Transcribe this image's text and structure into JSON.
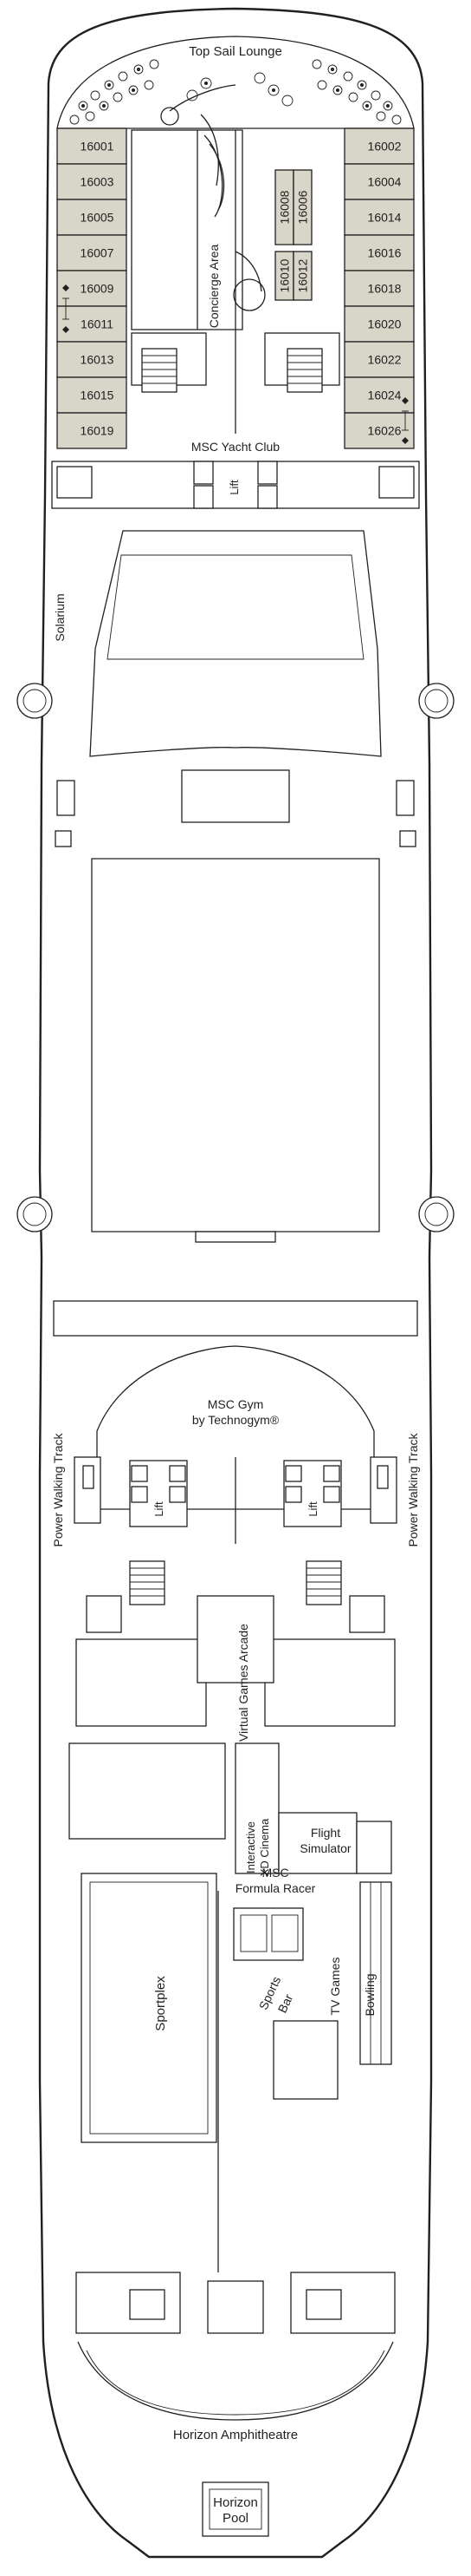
{
  "map": {
    "background": "#ffffff",
    "ink": "#231f20",
    "cabin_fill": "#d8d5c9",
    "labels": {
      "top_sail_lounge": "Top Sail Lounge",
      "concierge_area": "Concierge Area",
      "yacht_club": "MSC Yacht Club",
      "lift": "Lift",
      "solarium": "Solarium",
      "gym_line1": "MSC Gym",
      "gym_line2": "by Technogym®",
      "power_walking_track": "Power Walking Track",
      "virtual_games_arcade": "Virtual Games Arcade",
      "xd_cinema_line1": "Interactive",
      "xd_cinema_line2": "XD Cinema",
      "flight_line1": "Flight",
      "flight_line2": "Simulator",
      "formula_line1": "MSC",
      "formula_line2": "Formula Racer",
      "sportplex": "Sportplex",
      "sports_bar_line1": "Sports",
      "sports_bar_line2": "Bar",
      "tv_games": "TV Games",
      "bowling": "Bowling",
      "horizon_amphitheatre": "Horizon Amphitheatre",
      "horizon_pool_line1": "Horizon",
      "horizon_pool_line2": "Pool"
    },
    "cabins_left": [
      "16001",
      "16003",
      "16005",
      "16007",
      "16009",
      "16011",
      "16013",
      "16015",
      "16019"
    ],
    "cabins_right": [
      "16002",
      "16004",
      "16014",
      "16016",
      "16018",
      "16020",
      "16022",
      "16024",
      "16026"
    ],
    "cabins_center_upper": [
      "16008",
      "16006"
    ],
    "cabins_center_lower": [
      "16010",
      "16012"
    ]
  }
}
